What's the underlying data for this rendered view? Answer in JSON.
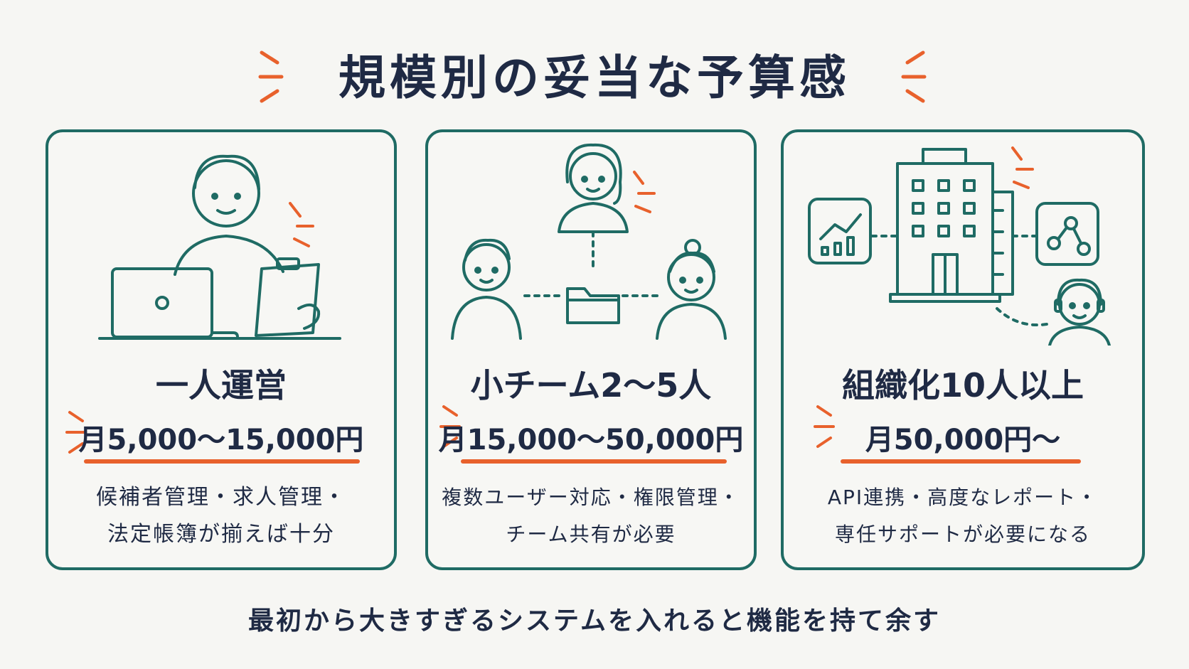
{
  "title": "規模別の妥当な予算感",
  "cards": [
    {
      "title": "一人運営",
      "price": "月5,000〜15,000円",
      "desc_lines": [
        "候補者管理・求人管理・",
        "法定帳簿が揃えば十分"
      ]
    },
    {
      "title": "小チーム2〜5人",
      "price": "月15,000〜50,000円",
      "desc_lines": [
        "複数ユーザー対応・権限管理・",
        "チーム共有が必要"
      ]
    },
    {
      "title": "組織化10人以上",
      "price": "月50,000円〜",
      "desc_lines": [
        "API連携・高度なレポート・",
        "専任サポートが必要になる"
      ]
    }
  ],
  "footer": "最初から大きすぎるシステムを入れると機能を持て余す",
  "colors": {
    "accent_orange": "#e8612c",
    "teal_border": "#1f6b64",
    "text_navy": "#1f2a44",
    "background": "#f6f6f3"
  },
  "icons": [
    "person-laptop-icon",
    "team-folder-icon",
    "building-network-icon"
  ]
}
